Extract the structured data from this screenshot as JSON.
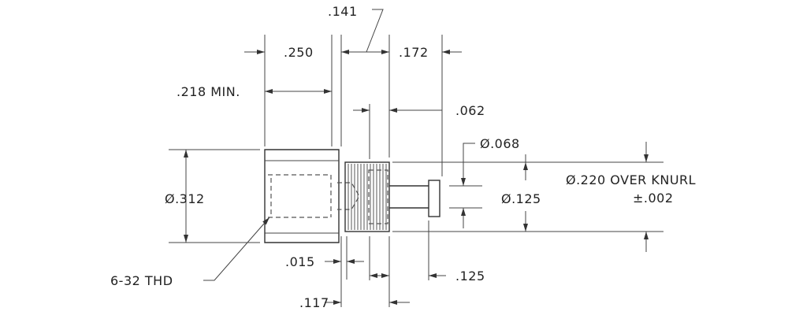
{
  "drawing": {
    "dimensions": {
      "d141": ".141",
      "d250": ".250",
      "d172": ".172",
      "d218": ".218 MIN.",
      "d062": ".062",
      "d068": "Ø.068",
      "d312": "Ø.312",
      "d125dia": "Ø.125",
      "d220": "Ø.220 OVER KNURL",
      "d220tol": "±.002",
      "d015": ".015",
      "d117": ".117",
      "d125": ".125"
    },
    "callouts": {
      "thread": "6-32 THD"
    }
  }
}
